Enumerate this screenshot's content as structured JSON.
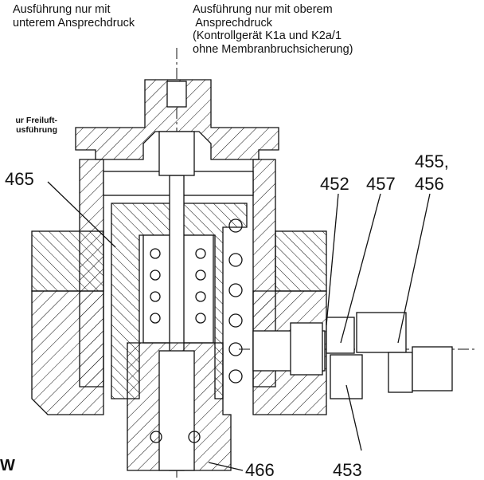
{
  "annotations": {
    "lower_note": [
      "Ausführung nur mit",
      "unterem Ansprechdruck"
    ],
    "upper_note": [
      "Ausführung nur mit oberem",
      " Ansprechdruck",
      "(Kontrollgerät K1a und K2a/1",
      "ohne Membranbruchsicherung)"
    ],
    "outdoor_note": [
      "ur Freiluft-",
      "usführung"
    ]
  },
  "callouts": {
    "c465": "465",
    "c452": "452",
    "c457": "457",
    "c455": "455,",
    "c456": "456",
    "c466": "466",
    "c453": "453",
    "corner": "W"
  },
  "colors": {
    "line": "#111111",
    "background": "#ffffff"
  }
}
